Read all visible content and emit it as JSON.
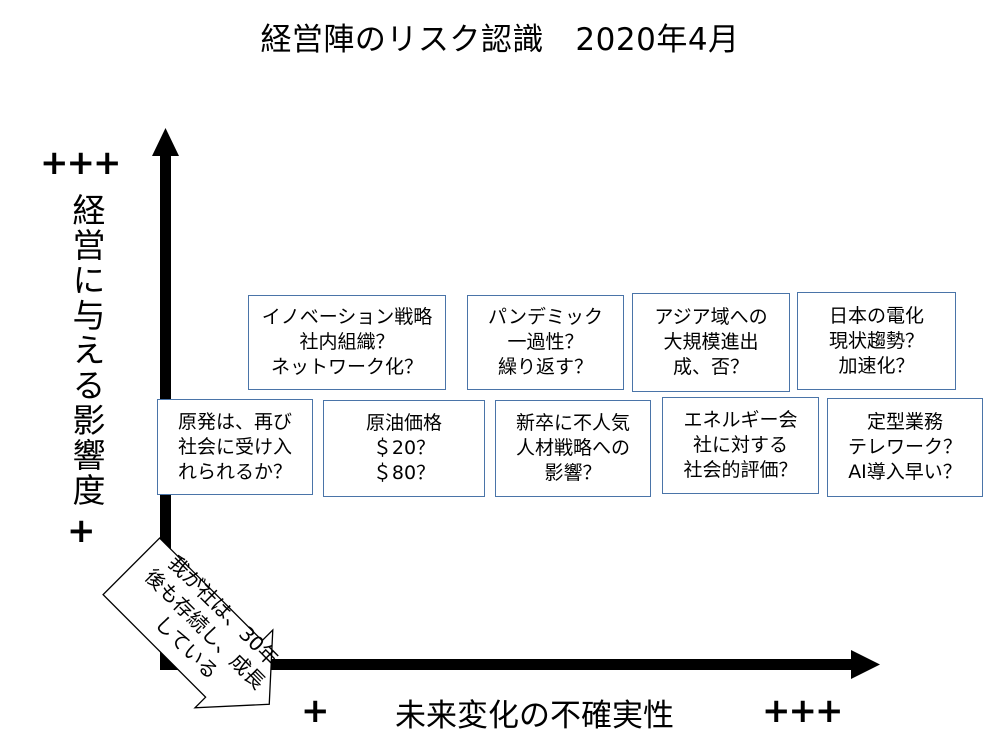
{
  "title": "経営陣のリスク認識　2020年4月",
  "y_axis": {
    "label": "経営に与える影響度",
    "high_marker": "+++",
    "low_marker": "+"
  },
  "x_axis": {
    "label": "未来変化の不確実性",
    "low_marker": "+",
    "high_marker": "+++"
  },
  "callout": {
    "lines": [
      "我が社は、30年",
      "後も存続し、成長",
      "している"
    ]
  },
  "risk_boxes": [
    {
      "lines": [
        "イノベーション戦略",
        "社内組織？",
        "ネットワーク化？"
      ]
    },
    {
      "lines": [
        "パンデミック",
        "一過性？",
        "繰り返す？"
      ]
    },
    {
      "lines": [
        "アジア域への",
        "大規模進出",
        "成、否？"
      ]
    },
    {
      "lines": [
        "日本の電化",
        "現状趨勢？",
        "加速化？"
      ]
    },
    {
      "lines": [
        "原発は、再び",
        "社会に受け入",
        "れられるか？"
      ]
    },
    {
      "lines": [
        "原油価格",
        "＄20？",
        "＄80？"
      ]
    },
    {
      "lines": [
        "新卒に不人気",
        "人材戦略への",
        "影響？"
      ]
    },
    {
      "lines": [
        "エネルギー会",
        "社に対する",
        "社会的評価？"
      ]
    },
    {
      "lines": [
        "定型業務",
        "テレワーク？",
        "AI導入早い？"
      ]
    }
  ],
  "colors": {
    "box_border": "#4a74a8",
    "axis": "#000000"
  }
}
